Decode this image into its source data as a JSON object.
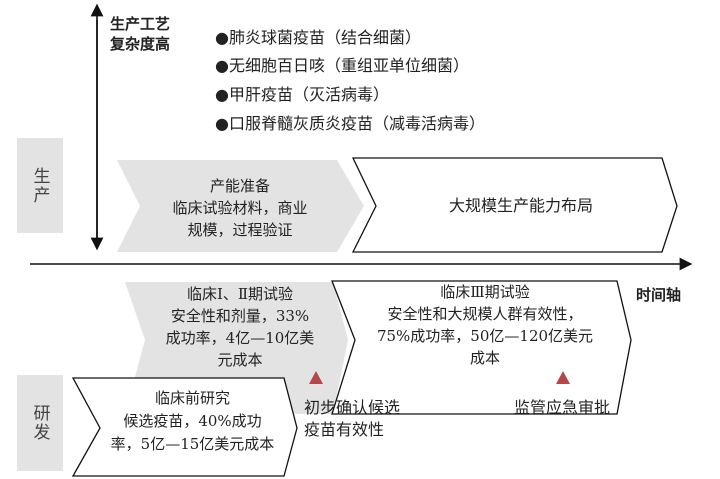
{
  "colors": {
    "gray_fill": "#e3e3e3",
    "marker": "#b5474b",
    "line": "#111111"
  },
  "production": {
    "side_label": "生产",
    "axis_label_1": "生产工艺",
    "axis_label_2": "复杂度高",
    "bullets": [
      "●肺炎球菌疫苗（结合细菌）",
      "●无细胞百日咳（重组亚单位细菌）",
      "●甲肝疫苗（灭活病毒）",
      "●口服脊髓灰质炎疫苗（减毒活病毒）"
    ],
    "capacity_prep": {
      "title": "产能准备",
      "line1": "临床试验材料，商业",
      "line2": "规模，过程验证"
    },
    "large_scale": {
      "title": "大规模生产能力布局"
    }
  },
  "timeline": {
    "label": "时间轴"
  },
  "rd": {
    "side_label": "研发",
    "phase12": {
      "title": "临床Ⅰ、Ⅱ期试验",
      "line1": "安全性和剂量，33%",
      "line2": "成功率，4亿—10亿美",
      "line3": "元成本"
    },
    "phase3": {
      "title": "临床Ⅲ期试验",
      "line1": "安全性和大规模人群有效性，",
      "line2": "75%成功率，50亿—120亿美元",
      "line3": "成本"
    },
    "preclinical": {
      "title": "临床前研究",
      "line1": "候选疫苗，40%成功",
      "line2": "率，5亿—15亿美元成本"
    },
    "milestone1": {
      "line1": "初步确认候选",
      "line2": "疫苗有效性"
    },
    "milestone2": {
      "line1": "监管应急审批"
    }
  }
}
